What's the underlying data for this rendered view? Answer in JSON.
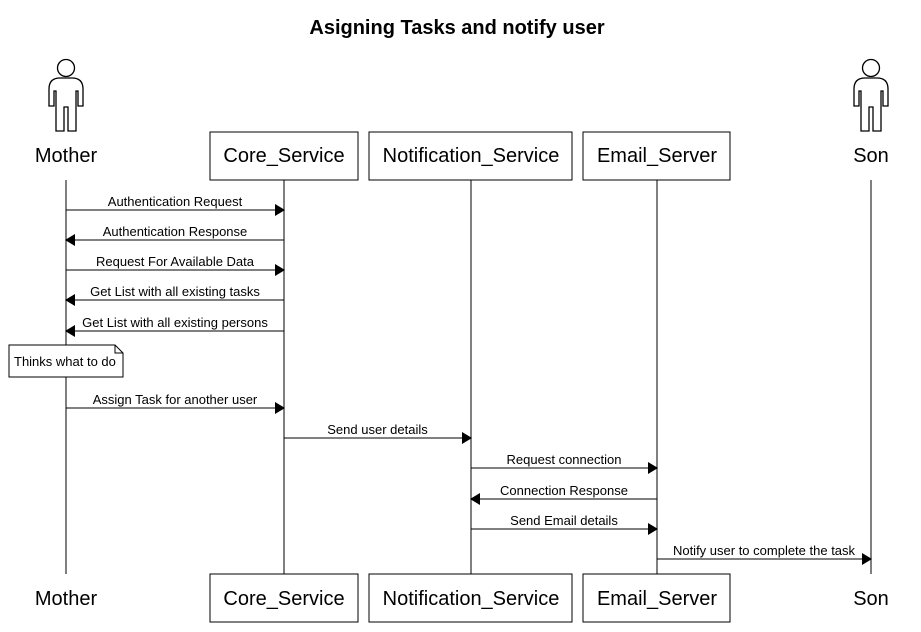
{
  "title": "Asigning Tasks and notify user",
  "participants": [
    {
      "id": "mother",
      "label": "Mother",
      "kind": "actor"
    },
    {
      "id": "core",
      "label": "Core_Service",
      "kind": "box"
    },
    {
      "id": "notification",
      "label": "Notification_Service",
      "kind": "box"
    },
    {
      "id": "email",
      "label": "Email_Server",
      "kind": "box"
    },
    {
      "id": "son",
      "label": "Son",
      "kind": "actor"
    }
  ],
  "messages": [
    {
      "from": "mother",
      "to": "core",
      "label": "Authentication Request"
    },
    {
      "from": "core",
      "to": "mother",
      "label": "Authentication Response"
    },
    {
      "from": "mother",
      "to": "core",
      "label": "Request For Available Data"
    },
    {
      "from": "core",
      "to": "mother",
      "label": "Get List with all existing tasks"
    },
    {
      "from": "core",
      "to": "mother",
      "label": "Get List with all existing persons"
    },
    {
      "from": "mother",
      "to": "core",
      "label": "Assign Task for another user"
    },
    {
      "from": "core",
      "to": "notification",
      "label": "Send user details"
    },
    {
      "from": "notification",
      "to": "email",
      "label": "Request connection"
    },
    {
      "from": "email",
      "to": "notification",
      "label": "Connection Response"
    },
    {
      "from": "notification",
      "to": "email",
      "label": "Send Email details"
    },
    {
      "from": "email",
      "to": "son",
      "label": "Notify user to complete the task"
    }
  ],
  "notes": [
    {
      "on": "mother",
      "after_message": 4,
      "label": "Thinks what to do"
    }
  ],
  "colors": {
    "stroke": "#000000",
    "fill": "#ffffff"
  }
}
